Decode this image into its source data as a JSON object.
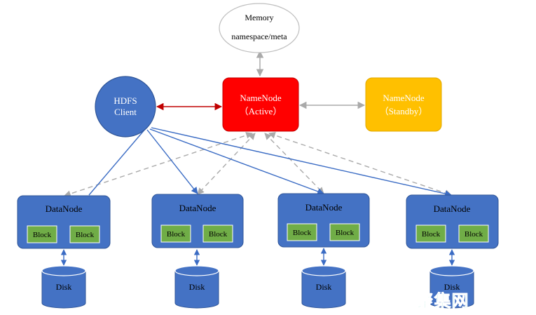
{
  "memory": {
    "line1": "Memory",
    "line2": "namespace/meta"
  },
  "client": {
    "line1": "HDFS",
    "line2": "Client"
  },
  "active": {
    "line1": "NameNode",
    "line2": "（Active）"
  },
  "standby": {
    "line1": "NameNode",
    "line2": "（Standby）"
  },
  "datanodes": [
    {
      "title": "DataNode",
      "block_a": "Block",
      "block_b": "Block",
      "disk": "Disk"
    },
    {
      "title": "DataNode",
      "block_a": "Block",
      "block_b": "Block",
      "disk": "Disk"
    },
    {
      "title": "DataNode",
      "block_a": "Block",
      "block_b": "Block",
      "disk": "Disk"
    },
    {
      "title": "DataNode",
      "block_a": "Block",
      "block_b": "Block",
      "disk": "Disk"
    }
  ],
  "watermark": "聚集网",
  "colors": {
    "blue": "#4472c4",
    "blue_stroke": "#2f5597",
    "red": "#ff0000",
    "yellow": "#ffc000",
    "green": "#70ad47",
    "gray_arrow": "#aaaaaa",
    "red_arrow": "#c00000",
    "client_line": "#3b6cc4"
  }
}
